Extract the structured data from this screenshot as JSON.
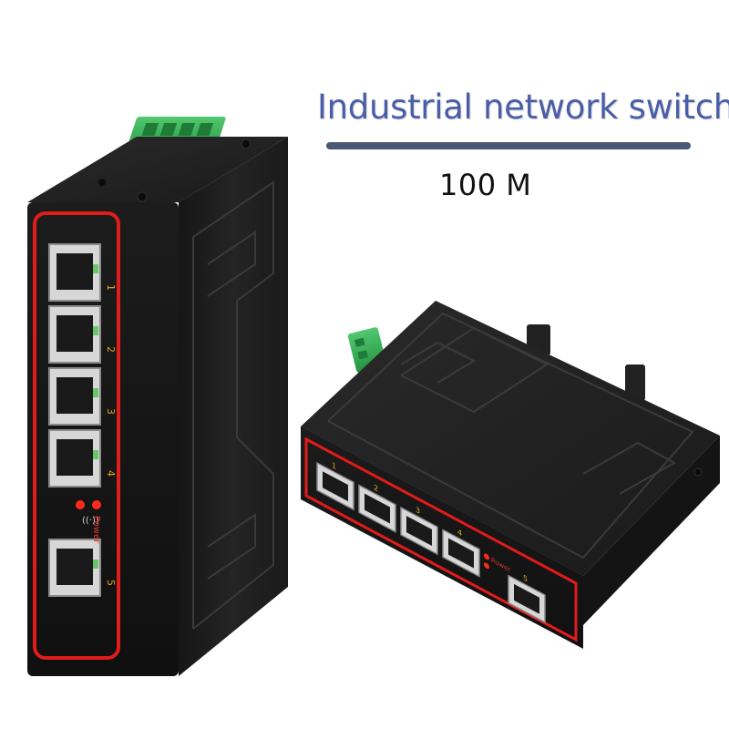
{
  "heading": {
    "title": "Industrial network switch",
    "speed": "100 M"
  },
  "vertical_unit": {
    "port_labels": [
      "1",
      "2",
      "3",
      "4",
      "5"
    ],
    "power_label": "Power"
  },
  "horizontal_unit": {
    "port_labels": [
      "1",
      "2",
      "3",
      "4",
      "5"
    ],
    "power_label": "Power"
  },
  "colors": {
    "title": "#4a5ea8",
    "rule": "#4a5a76",
    "housing": "#1b1b1b",
    "trim": "#e21b1b",
    "terminal": "#2fae52",
    "port_label": "#e8a31a"
  }
}
